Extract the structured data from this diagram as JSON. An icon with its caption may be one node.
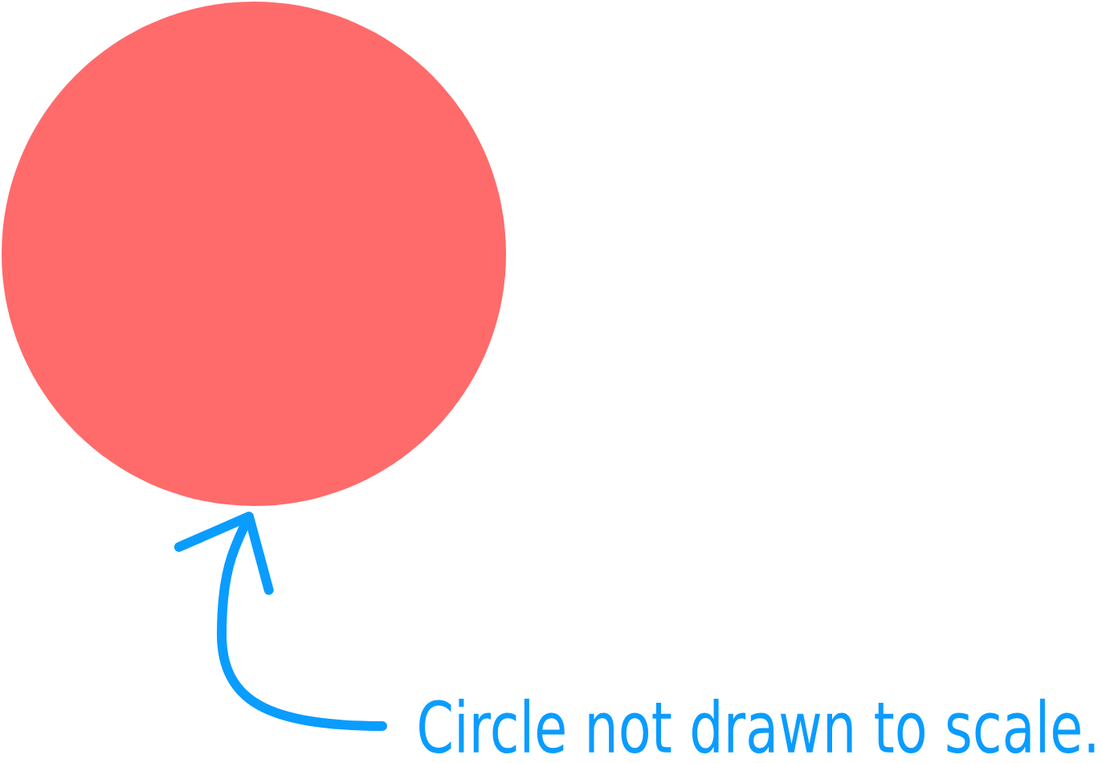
{
  "diagram": {
    "nodes": [
      {
        "text": [],
        "shape": "circle"
      },
      {
        "text": [
          "Circle not drawn to scale."
        ]
      }
    ],
    "edges": [
      {
        "from": 1,
        "to": 0,
        "arrow": "to"
      }
    ]
  }
}
